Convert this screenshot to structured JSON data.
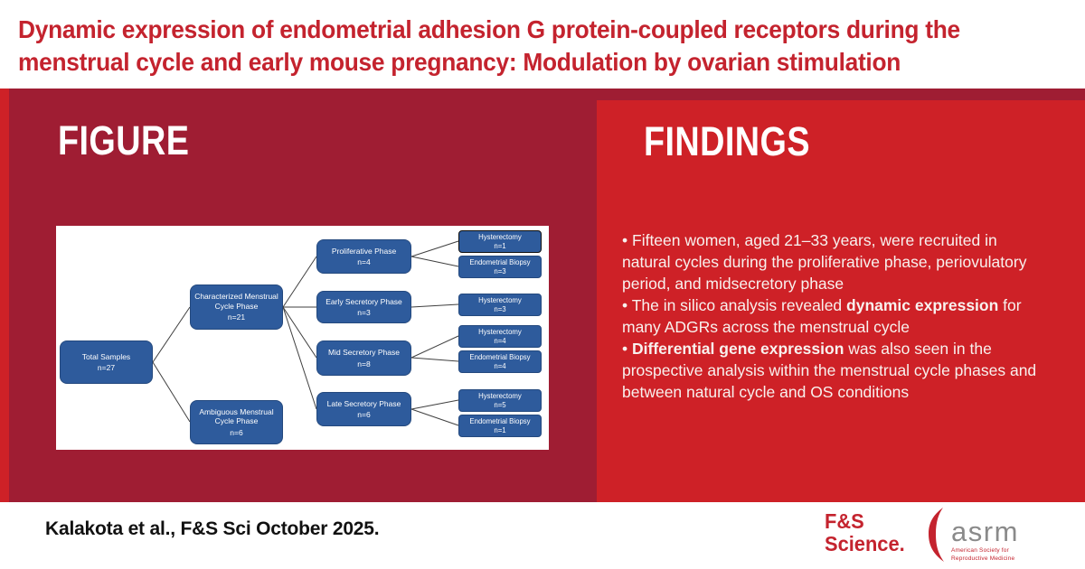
{
  "title": "Dynamic expression of endometrial adhesion G protein-coupled receptors during the menstrual cycle and early mouse pregnancy: Modulation by ovarian stimulation",
  "figure": {
    "heading": "FIGURE",
    "nodes": [
      {
        "label": "Total Samples",
        "n": "n=27"
      },
      {
        "label": "Characterized Menstrual Cycle Phase",
        "n": "n=21"
      },
      {
        "label": "Ambiguous Menstrual Cycle Phase",
        "n": "n=6"
      },
      {
        "label": "Proliferative Phase",
        "n": "n=4"
      },
      {
        "label": "Early Secretory Phase",
        "n": "n=3"
      },
      {
        "label": "Mid Secretory Phase",
        "n": "n=8"
      },
      {
        "label": "Late Secretory Phase",
        "n": "n=6"
      },
      {
        "label": "Hysterectomy",
        "n": "n=1"
      },
      {
        "label": "Endometrial Biopsy",
        "n": "n=3"
      },
      {
        "label": "Hysterectomy",
        "n": "n=3"
      },
      {
        "label": "Hysterectomy",
        "n": "n=4"
      },
      {
        "label": "Endometrial Biopsy",
        "n": "n=4"
      },
      {
        "label": "Hysterectomy",
        "n": "n=5"
      },
      {
        "label": "Endometrial Biopsy",
        "n": "n=1"
      }
    ]
  },
  "findings": {
    "heading": "FINDINGS",
    "bullet_char": "•",
    "bullets": [
      {
        "segments": [
          {
            "text": "Fifteen women, aged 21–33 years, were recruited in natural cycles during the proliferative phase, periovulatory period, and midsecretory phase",
            "bold": false
          }
        ]
      },
      {
        "segments": [
          {
            "text": "The in silico analysis revealed ",
            "bold": false
          },
          {
            "text": "dynamic expression",
            "bold": true
          },
          {
            "text": " for many ADGRs across the menstrual cycle",
            "bold": false
          }
        ]
      },
      {
        "segments": [
          {
            "text": "Differential gene expression",
            "bold": true
          },
          {
            "text": " was also seen in the prospective analysis within the menstrual cycle phases and between natural cycle and OS conditions",
            "bold": false
          }
        ]
      }
    ]
  },
  "footer": {
    "citation": "Kalakota et al., F&S Sci October 2025.",
    "fs_logo": {
      "line1": "F&S",
      "line2": "Science."
    },
    "asrm_logo": {
      "name": "asrm",
      "tagline_line1": "American Society for",
      "tagline_line2": "Reproductive Medicine"
    }
  },
  "colors": {
    "bright_red": "#ce2127",
    "dark_red": "#9f1d33",
    "title_red": "#c4232e",
    "box_blue": "#2e5b9c",
    "asrm_gray": "#8a8a8a"
  }
}
